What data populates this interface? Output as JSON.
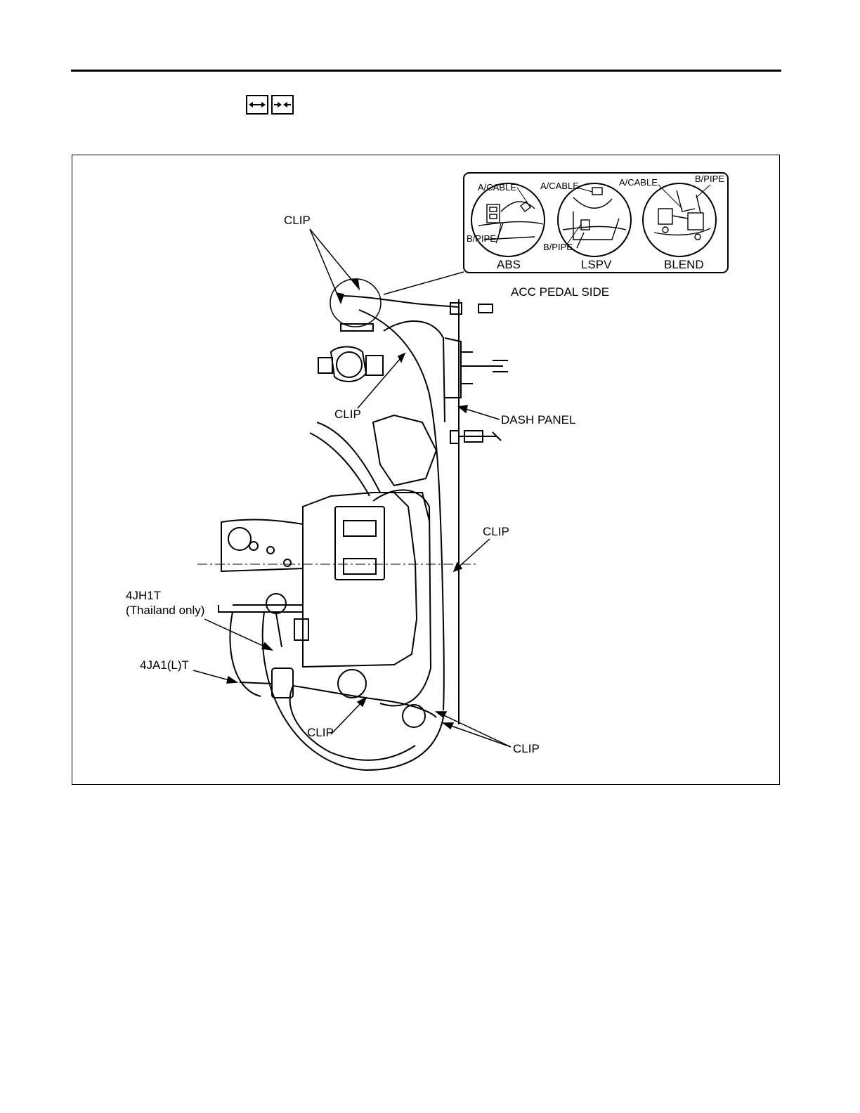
{
  "header": {
    "icons": [
      "remove-icon",
      "install-icon"
    ]
  },
  "figure": {
    "labels": {
      "clip_top": "CLIP",
      "clip_mid": "CLIP",
      "clip_right": "CLIP",
      "clip_bottom": "CLIP",
      "clip_bottom_right": "CLIP",
      "acc_pedal_side": "ACC PEDAL SIDE",
      "dash_panel": "DASH PANEL",
      "engine_4jh1t": "4JH1T",
      "thailand_only": "(Thailand only)",
      "engine_4ja1lt": "4JA1(L)T"
    },
    "inset": {
      "abs": {
        "caption": "ABS",
        "a_cable": "A/CABLE",
        "b_pipe": "B/PIPE"
      },
      "lspv": {
        "caption": "LSPV",
        "a_cable": "A/CABLE",
        "b_pipe": "B/PIPE"
      },
      "blend": {
        "caption": "BLEND",
        "a_cable": "A/CABLE",
        "b_pipe": "B/PIPE"
      }
    }
  }
}
